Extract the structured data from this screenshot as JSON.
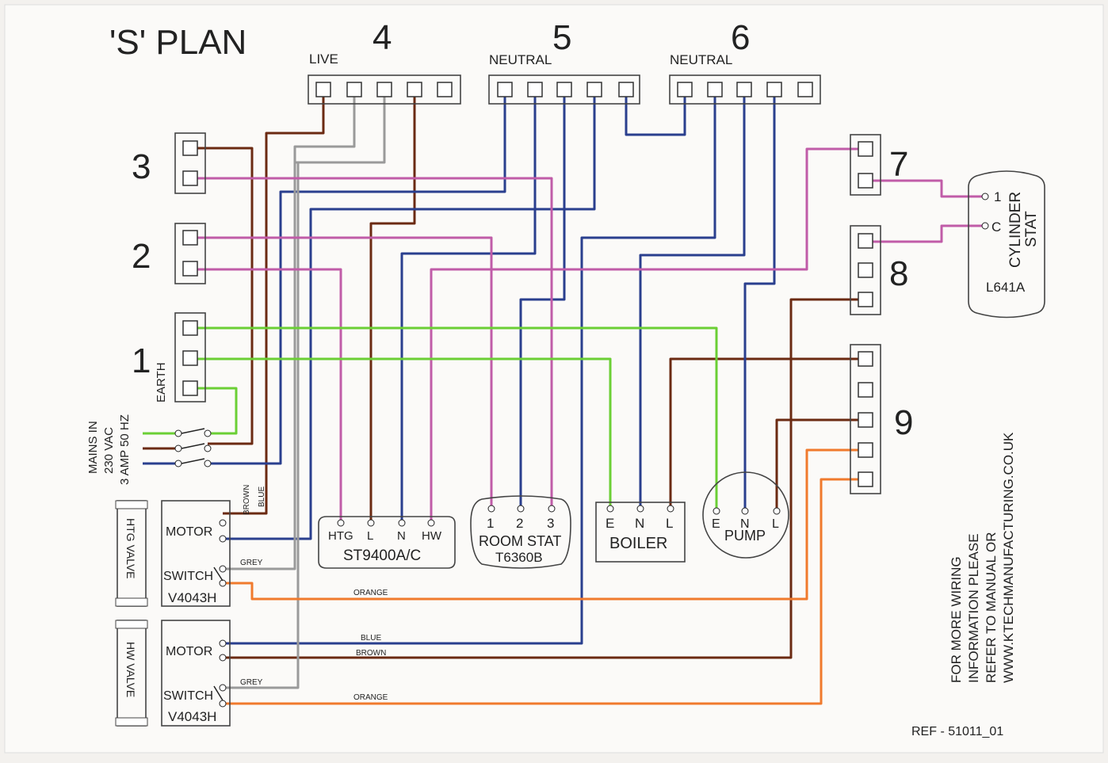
{
  "title": "'S' PLAN",
  "connectors": {
    "c4": {
      "number": "4",
      "label": "LIVE"
    },
    "c5": {
      "number": "5",
      "label": "NEUTRAL"
    },
    "c6": {
      "number": "6",
      "label": "NEUTRAL"
    },
    "c3": {
      "number": "3"
    },
    "c2": {
      "number": "2"
    },
    "c1": {
      "number": "1",
      "label": "EARTH"
    },
    "c7": {
      "number": "7"
    },
    "c8": {
      "number": "8"
    },
    "c9": {
      "number": "9"
    }
  },
  "mains": {
    "line1": "MAINS IN",
    "line2": "230 VAC",
    "line3": "3 AMP 50 HZ"
  },
  "cylinder_stat": {
    "name1": "CYLINDER",
    "name2": "STAT",
    "model": "L641A",
    "t1": "1",
    "tc": "C"
  },
  "programmer": {
    "model": "ST9400A/C",
    "terminals": [
      "HTG",
      "L",
      "N",
      "HW"
    ]
  },
  "room_stat": {
    "name": "ROOM STAT",
    "model": "T6360B",
    "terminals": [
      "1",
      "2",
      "3"
    ]
  },
  "boiler": {
    "name": "BOILER",
    "terminals": [
      "E",
      "N",
      "L"
    ]
  },
  "pump": {
    "name": "PUMP",
    "terminals": [
      "E",
      "N",
      "L"
    ]
  },
  "htg_valve": {
    "name": "HTG VALVE",
    "motor": "MOTOR",
    "switch": "SWITCH",
    "model": "V4043H"
  },
  "hw_valve": {
    "name": "HW VALVE",
    "motor": "MOTOR",
    "switch": "SWITCH",
    "model": "V4043H"
  },
  "wire_labels": {
    "brown": "BROWN",
    "blue": "BLUE",
    "grey": "GREY",
    "orange": "ORANGE"
  },
  "info": {
    "line1": "FOR MORE WIRING",
    "line2": "INFORMATION PLEASE",
    "line3": "REFER TO MANUAL OR",
    "line4": "WWW.KTECHMANUFACTURING.CO.UK"
  },
  "reference": "REF - 51011_01",
  "colors": {
    "brown": "#6b2a12",
    "blue": "#2a3f8e",
    "grey": "#9a9a9a",
    "pink": "#c05ca8",
    "green": "#6bcf35",
    "orange": "#f07a2d"
  }
}
